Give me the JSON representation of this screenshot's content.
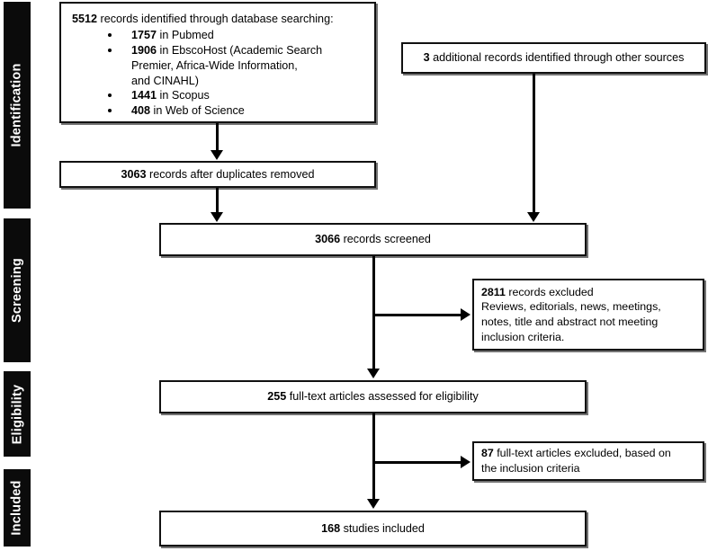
{
  "diagram": {
    "title": "PRISMA study selection flow diagram",
    "type": "prisma-flow"
  },
  "phases": [
    {
      "id": "identification",
      "label": "Identification"
    },
    {
      "id": "screening",
      "label": "Screening"
    },
    {
      "id": "eligibility",
      "label": "Eligibility"
    },
    {
      "id": "included",
      "label": "Included"
    }
  ],
  "boxes": {
    "databases": {
      "headline_count": "5512",
      "headline_text": " records identified through database searching:",
      "items": [
        {
          "count": "1757",
          "text": " in Pubmed",
          "cont": ""
        },
        {
          "count": "1906",
          "text": " in EbscoHost (Academic Search",
          "cont": "Premier, Africa-Wide Information,",
          "cont2": "and CINAHL)"
        },
        {
          "count": "1441",
          "text": " in Scopus",
          "cont": ""
        },
        {
          "count": "408",
          "text": " in Web of Science",
          "cont": ""
        }
      ]
    },
    "other_sources": {
      "count": "3",
      "text": " additional records identified through other sources"
    },
    "duplicates_removed": {
      "count": "3063",
      "text": " records after duplicates removed"
    },
    "screened": {
      "count": "3066",
      "text": " records screened"
    },
    "excluded_screening": {
      "count": "2811",
      "text": " records excluded",
      "reason_line_1": "Reviews, editorials, news, meetings,",
      "reason_line_2": "notes, title and abstract not meeting",
      "reason_line_3": "inclusion criteria."
    },
    "fulltext_assessed": {
      "count": "255",
      "text": " full-text articles assessed for eligibility"
    },
    "excluded_fulltext": {
      "count": "87",
      "text": " full-text articles excluded, based on",
      "line_2": "the inclusion criteria"
    },
    "included_studies": {
      "count": "168",
      "text": " studies included"
    }
  },
  "colors": {
    "bar_background": "#0b0b0b",
    "bar_text": "#ffffff",
    "box_border": "#111111",
    "box_background": "#ffffff",
    "connector": "#000000"
  }
}
